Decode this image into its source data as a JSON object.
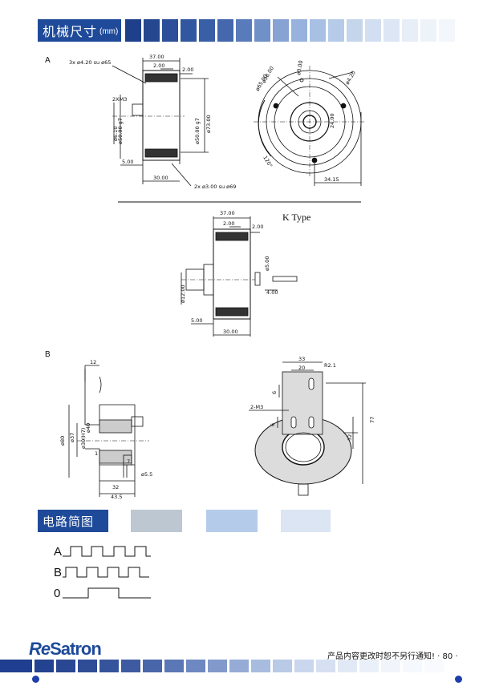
{
  "header": {
    "title": "机械尺寸",
    "unit": "(mm)"
  },
  "sections": {
    "a": "A",
    "b": "B"
  },
  "drawing_a": {
    "dims": [
      "37.00",
      "2.00",
      "2.00",
      "3x ø4.20 su ø65",
      "2XM3",
      "ø50.00 g7",
      "ø6.10",
      "ø50.00 g7",
      "ø73.00",
      "5.00",
      "30.00",
      "2x ø3.00 su ø69"
    ],
    "front_dims": [
      "ø58.00",
      "ø65.00",
      "ø3.00",
      "ø4.20",
      "24.00",
      "120°",
      "34.15"
    ]
  },
  "drawing_k": {
    "label": "K Type",
    "dims": [
      "37.00",
      "2.00",
      "2.00",
      "ø5.00",
      "4.00",
      "ø12.00",
      "5.00",
      "30.00"
    ]
  },
  "drawing_b": {
    "dims": [
      "12",
      "ø80",
      "ø37",
      "ø30(H7)",
      "ø40",
      "1",
      "7",
      "ø5.5",
      "32",
      "43.5"
    ],
    "front_dims": [
      "33",
      "20",
      "R2.1",
      "6",
      "2-M3",
      "6",
      "77",
      "32"
    ]
  },
  "circuit": {
    "title": "电路简图",
    "channels": [
      "A",
      "B",
      "0"
    ]
  },
  "footer": {
    "brand_re": "Re",
    "brand_sa": "Sa",
    "brand_tron": "tron",
    "note": "产品内容更改时恕不另行通知! · 80 ·"
  },
  "colors": {
    "dark_blue": "#1e4a99",
    "mid_blue": "#3f5fb0",
    "light_blue": "#a9c0e6",
    "pale_blue": "#dbe6f4",
    "gray": "#b9c4cf"
  }
}
